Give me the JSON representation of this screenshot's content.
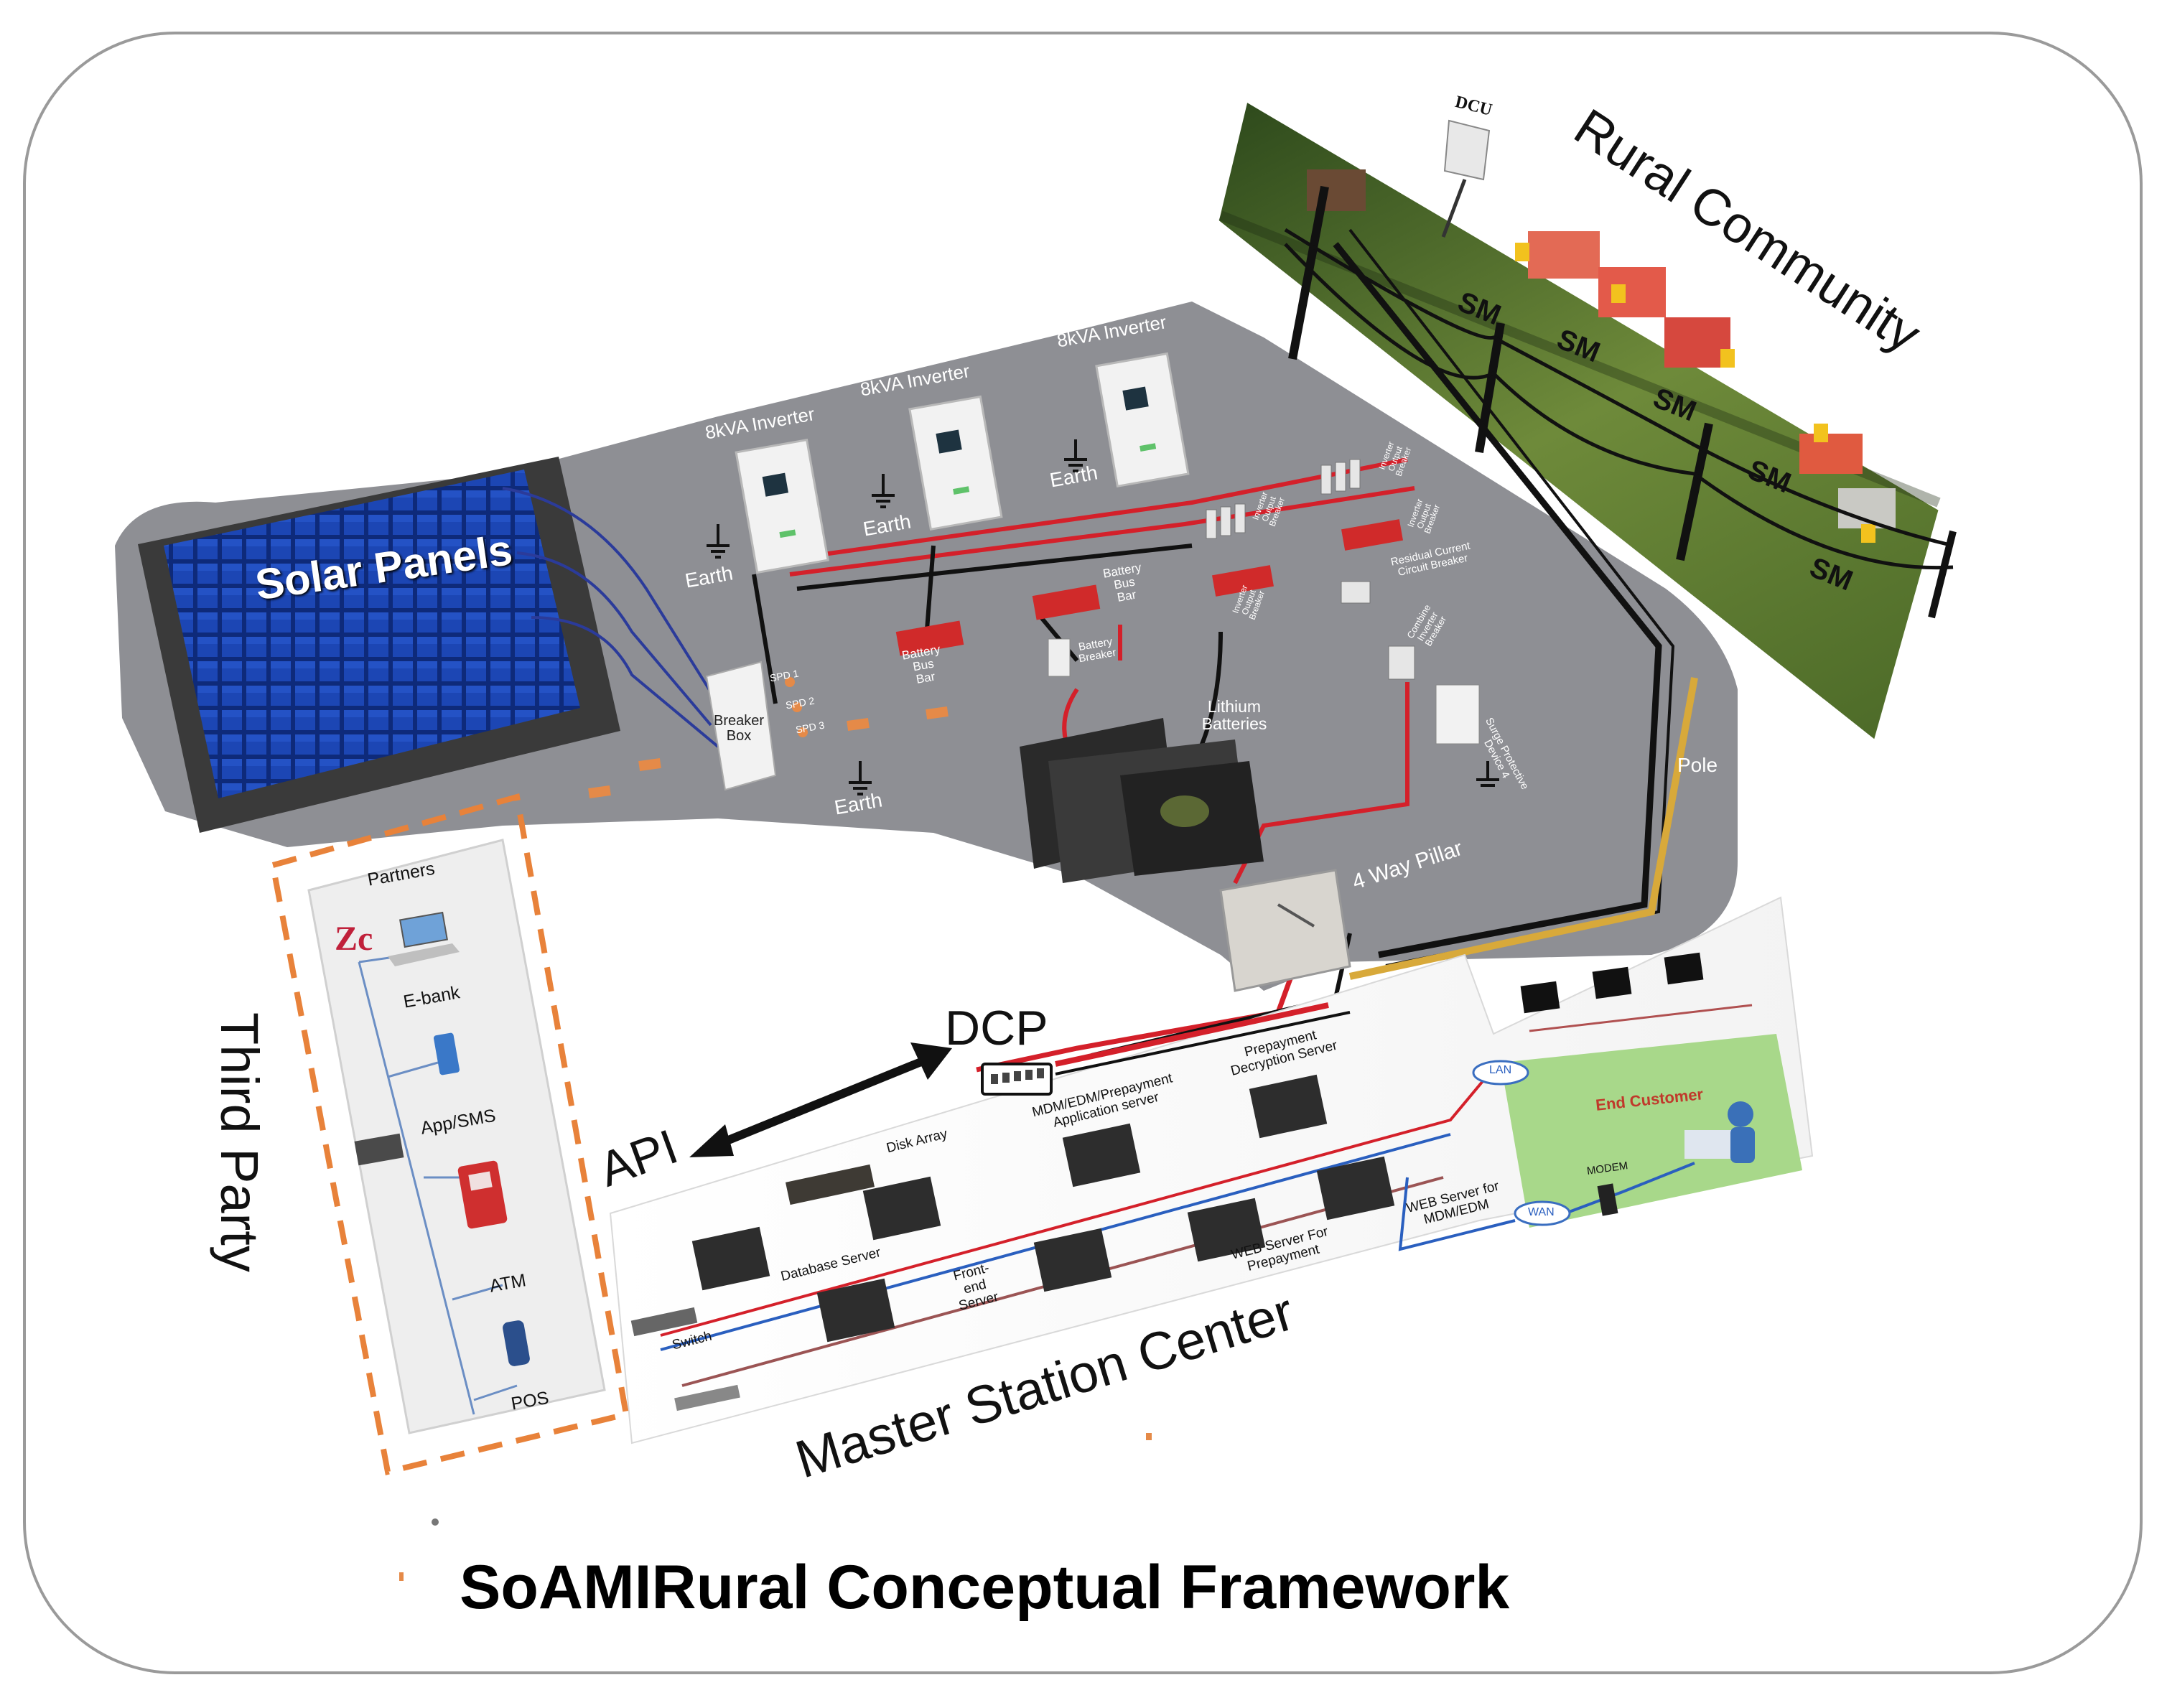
{
  "title": "SoAMIRural Conceptual Framework",
  "regions": {
    "solar_panels": "Solar Panels",
    "rural_community": "Rural Community",
    "third_party": "Third Party",
    "master_station": "Master Station Center"
  },
  "power_system": {
    "inverters": [
      "8kVA Inverter",
      "8kVA Inverter",
      "8kVA Inverter"
    ],
    "earth": "Earth",
    "breaker_box": "Breaker Box",
    "spd": [
      "SPD 1",
      "SPD 2",
      "SPD 3"
    ],
    "battery_bus_bar": "Battery Bus Bar",
    "battery_breaker": "Battery Breaker",
    "lithium_batteries": "Lithium Batteries",
    "inverter_output_breaker": "Inverter Output Breaker",
    "residual_current_breaker": "Residual Current Circuit Breaker",
    "combine_inverter_breaker": "Combine Inverter Breaker",
    "surge_protective_device": "Surge Protective Device 4",
    "four_way_pillar": "4 Way Pillar",
    "pole": "Pole"
  },
  "community": {
    "dcu": "DCU",
    "smart_meter": "SM"
  },
  "links": {
    "dcp": "DCP",
    "api": "API"
  },
  "third_party_items": {
    "partners": "Partners",
    "ebank": "E-bank",
    "app_sms": "App/SMS",
    "atm": "ATM",
    "pos": "POS",
    "zc_logo": "Zc"
  },
  "master_station_items": {
    "disk_array": "Disk Array",
    "mdm_server": "MDM/EDM/Prepayment Application server",
    "prepayment_decryption": "Prepayment Decryption Server",
    "database_server": "Database Server",
    "frontend_server": "Front-end Server",
    "web_prepayment": "WEB Server For Prepayment",
    "web_mdm": "WEB Server for MDM/EDM",
    "switch": "Switch",
    "lan": "LAN",
    "wan": "WAN",
    "end_customer": "End Customer",
    "modem": "MODEM"
  },
  "colors": {
    "border": "#9a9a9a",
    "system_bg": "#8d8e93",
    "dc_cable": "#d4202a",
    "ac_cable": "#111111",
    "network_cable": "#2a5fbf",
    "pole_cable": "#d8a93a",
    "third_party_dash": "#e8823a",
    "end_customer_bg": "#a8d88a"
  }
}
